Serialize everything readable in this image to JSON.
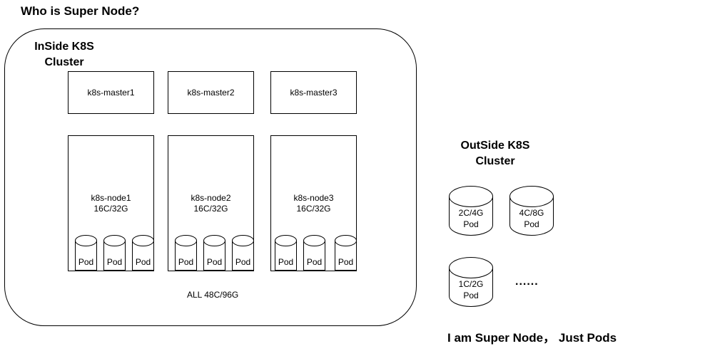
{
  "title": "Who is Super Node?",
  "inside": {
    "heading_line1": "InSide K8S",
    "heading_line2": "Cluster",
    "masters": [
      "k8s-master1",
      "k8s-master2",
      "k8s-master3"
    ],
    "nodes": [
      {
        "name": "k8s-node1",
        "spec": "16C/32G",
        "pods": [
          "Pod",
          "Pod",
          "Pod"
        ]
      },
      {
        "name": "k8s-node2",
        "spec": "16C/32G",
        "pods": [
          "Pod",
          "Pod",
          "Pod"
        ]
      },
      {
        "name": "k8s-node3",
        "spec": "16C/32G",
        "pods": [
          "Pod",
          "Pod",
          "Pod"
        ]
      }
    ],
    "total": "ALL  48C/96G"
  },
  "outside": {
    "heading_line1": "OutSide K8S",
    "heading_line2": "Cluster",
    "pods": [
      {
        "spec": "2C/4G",
        "label": "Pod"
      },
      {
        "spec": "4C/8G",
        "label": "Pod"
      },
      {
        "spec": "1C/2G",
        "label": "Pod"
      }
    ],
    "ellipsis": "......",
    "caption": "I am Super Node，  Just Pods"
  }
}
